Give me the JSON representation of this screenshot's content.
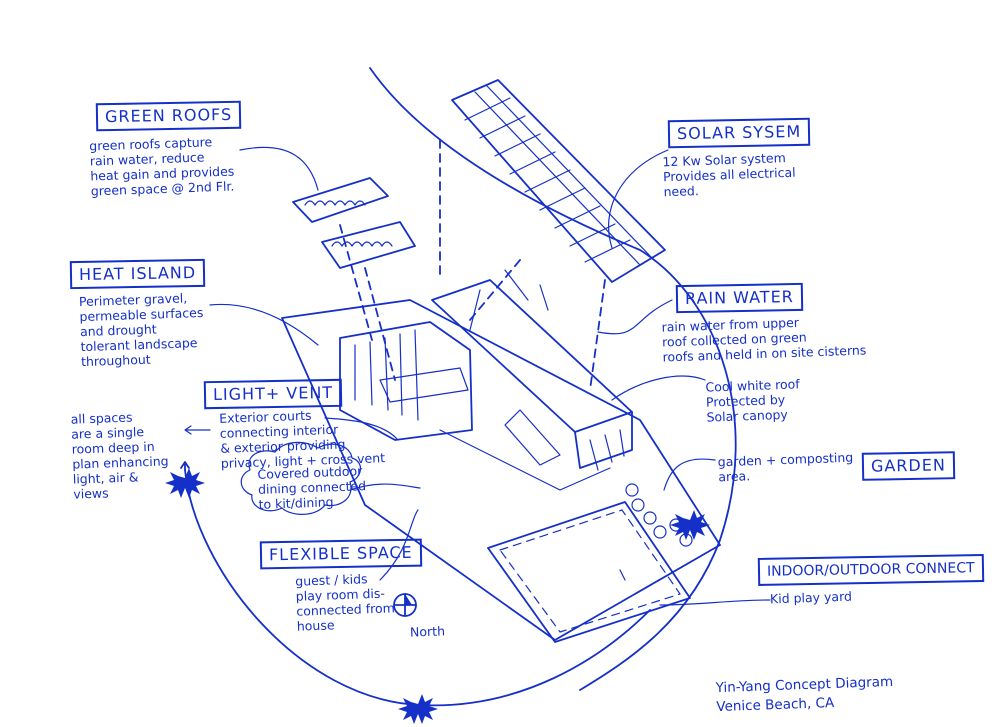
{
  "labels": {
    "green_roofs": "GREEN ROOFS",
    "solar_system": "SOLAR SYSEM",
    "heat_island": "HEAT ISLAND",
    "rain_water": "RAIN WATER",
    "light_vent": "LIGHT+ VENT",
    "garden": "GARDEN",
    "flexible_space": "FLEXIBLE SPACE",
    "indoor_outdoor": "INDOOR/OUTDOOR CONNECT"
  },
  "notes": {
    "green_roofs": "green roofs capture\nrain water, reduce\nheat gain and provides\ngreen space @ 2nd Flr.",
    "solar_system": "12 Kw Solar system\nProvides all electrical\nneed.",
    "heat_island": "Perimeter gravel,\npermeable surfaces\nand drought\ntolerant landscape\nthroughout",
    "rain_water": "rain water from upper\nroof collected on green\nroofs and held in on site cisterns",
    "cool_roof": "Cool white roof\nProtected by\nSolar canopy",
    "light_vent": "Exterior courts\nconnecting interior\n& exterior providing\nprivacy, light + cross vent",
    "covered_outdoor": "Covered outdoor\ndining connected\nto kit/dining",
    "single_room": "all spaces\nare a single\nroom deep in\nplan enhancing\nlight, air &\nviews",
    "garden": "garden + composting\narea.",
    "flexible_space": "guest / kids\nplay room dis-\nconnected from\nhouse",
    "kid_play_yard": "Kid play yard",
    "north": "North",
    "caption": "Yin-Yang Concept Diagram\nVenice Beach, CA"
  }
}
